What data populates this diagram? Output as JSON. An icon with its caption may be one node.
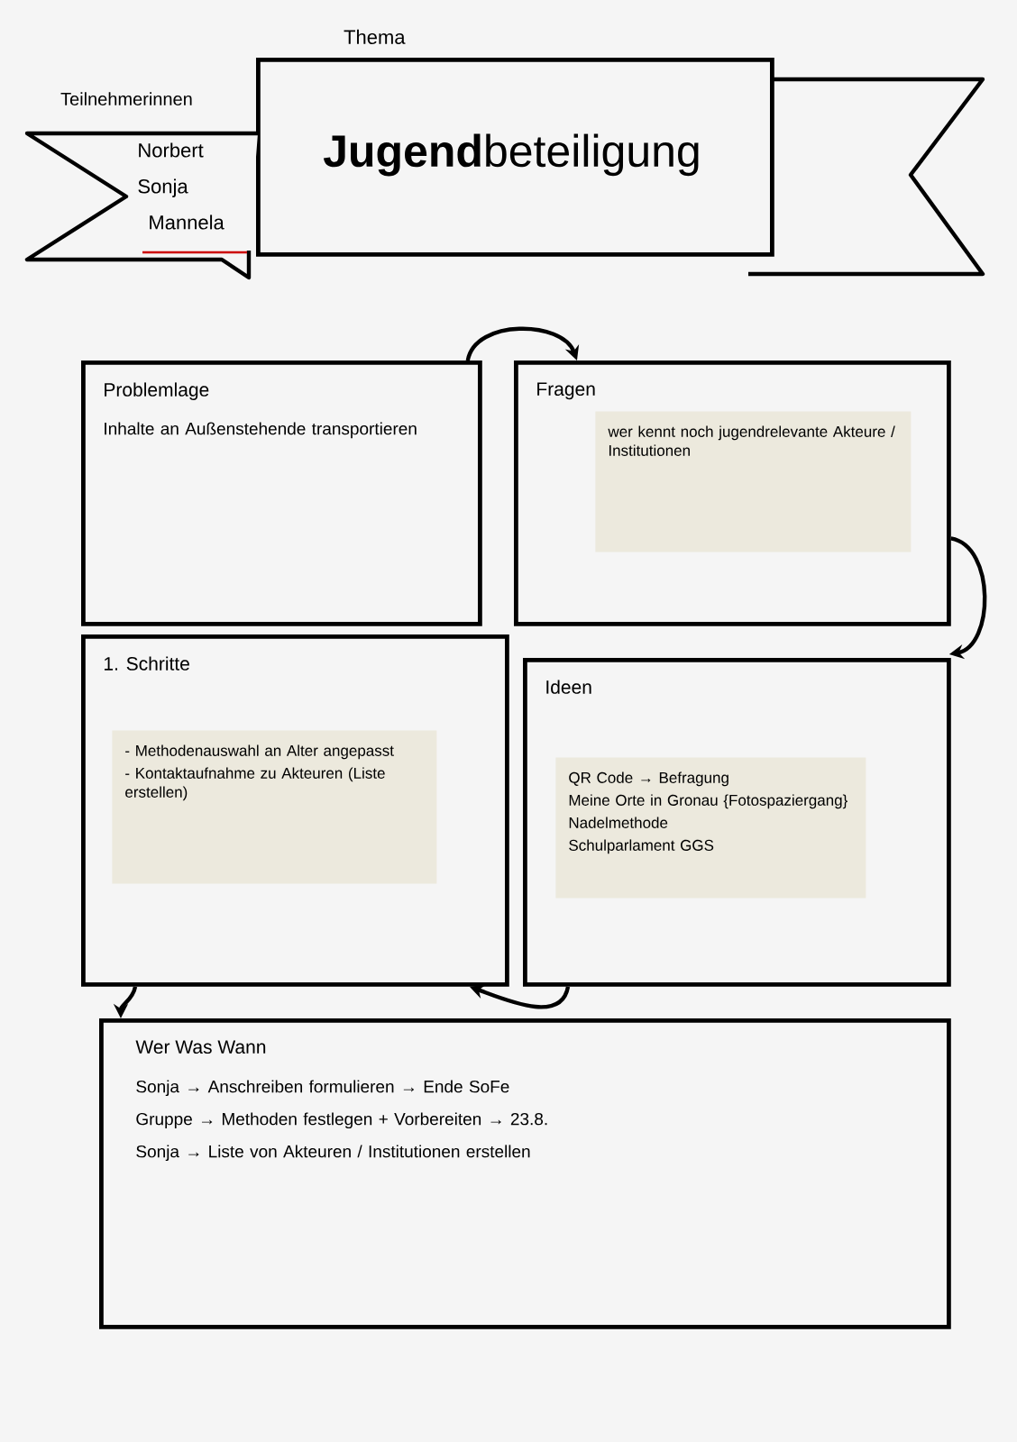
{
  "diagram": {
    "nodes": [
      {
        "text": [
          "Thema",
          "**Jugend**beteiligung"
        ]
      },
      {
        "text": [
          "Teilnehmerinnen",
          "Norbert",
          "Sonja",
          "Mannela"
        ]
      },
      {
        "text": [
          "Problemlage",
          "Inhalte an Außenstehende transportieren"
        ]
      },
      {
        "text": [
          "Fragen"
        ]
      },
      {
        "text": [
          "wer kennt noch jugendrelevante Akteure / Institutionen"
        ],
        "in": 3
      },
      {
        "text": [
          "1. Schritte"
        ]
      },
      {
        "text": [
          "- Methodenauswahl an Alter angepasst",
          "- Kontaktaufnahme zu Akteuren (Liste erstellen)"
        ],
        "in": 5
      },
      {
        "text": [
          "Ideen"
        ]
      },
      {
        "text": [
          "QR Code → Befragung",
          "Meine Orte in Gronau {Fotospaziergang}",
          "Nadelmethode",
          "Schulparlament GGS"
        ],
        "in": 7
      },
      {
        "text": [
          "Wer Was Wann",
          "Sonja → Anschreiben formulieren → Ende SoFe",
          "Gruppe → Methoden festlegen + Vorbereiten → 23.8.",
          "Sonja → Liste von Akteuren / Institutionen erstellen"
        ]
      }
    ],
    "edges": [
      {
        "from": 2,
        "to": 3,
        "arrow": "to"
      },
      {
        "from": 3,
        "to": 7,
        "arrow": "to"
      },
      {
        "from": 7,
        "to": 5,
        "arrow": "to"
      },
      {
        "from": 5,
        "to": 9,
        "arrow": "to"
      }
    ]
  }
}
